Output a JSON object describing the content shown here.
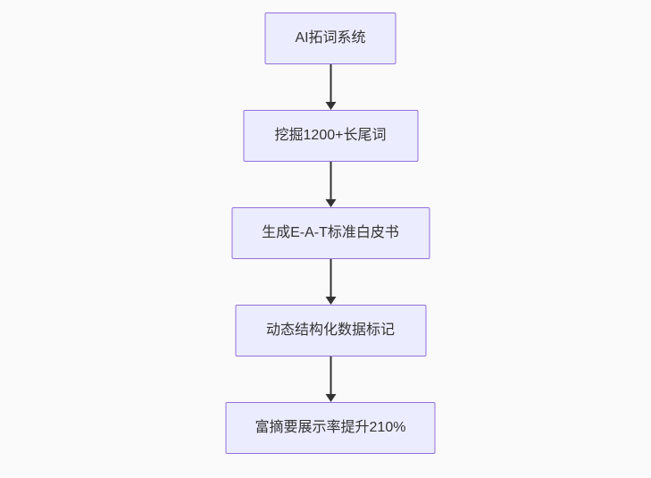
{
  "diagram": {
    "type": "flowchart-vertical",
    "nodes": [
      {
        "id": "node-1",
        "label": "AI拓词系统"
      },
      {
        "id": "node-2",
        "label": "挖掘1200+长尾词"
      },
      {
        "id": "node-3",
        "label": "生成E-A-T标准白皮书"
      },
      {
        "id": "node-4",
        "label": "动态结构化数据标记"
      },
      {
        "id": "node-5",
        "label": "富摘要展示率提升210%"
      }
    ],
    "edges": [
      {
        "from": "node-1",
        "to": "node-2"
      },
      {
        "from": "node-2",
        "to": "node-3"
      },
      {
        "from": "node-3",
        "to": "node-4"
      },
      {
        "from": "node-4",
        "to": "node-5"
      }
    ],
    "colors": {
      "node_fill": "#ECECFF",
      "node_border": "#9370DB",
      "node_text": "#333333",
      "arrow": "#333333",
      "background": "#fafafa"
    }
  }
}
